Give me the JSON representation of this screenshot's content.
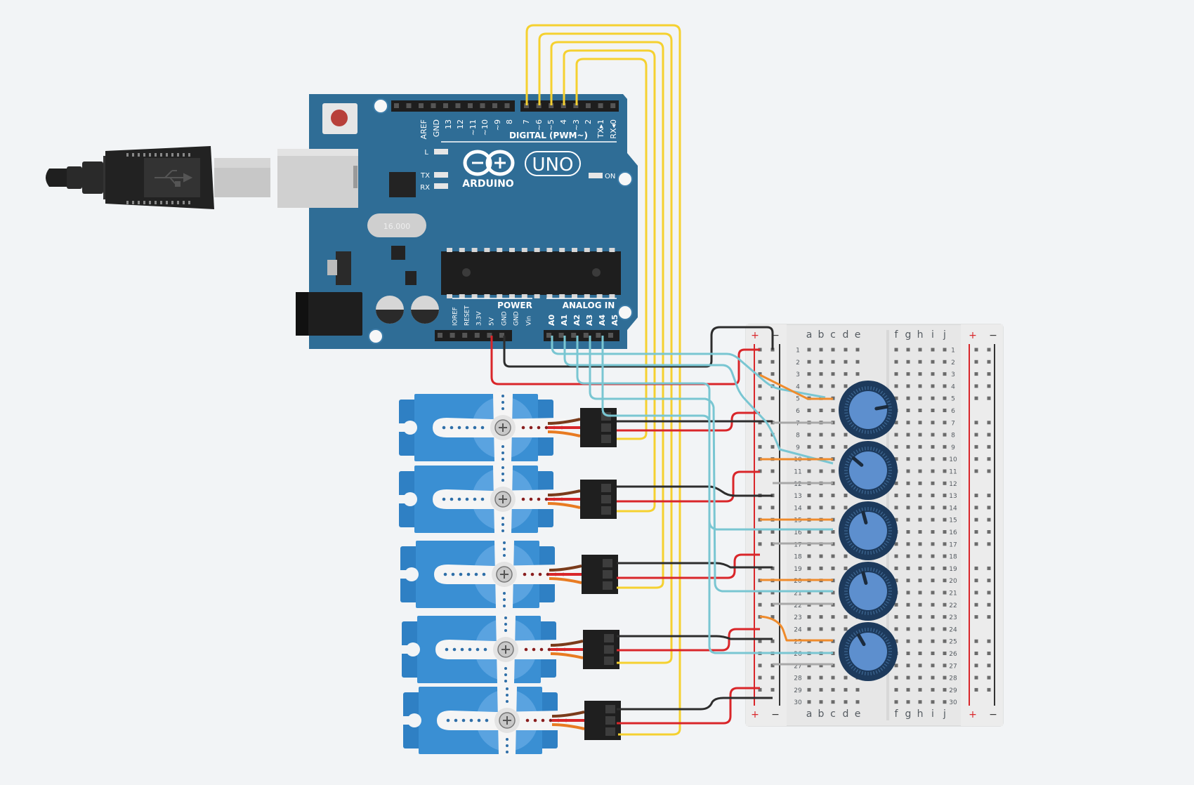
{
  "arduino": {
    "brand": "ARDUINO",
    "model": "UNO",
    "digital_header_label": "DIGITAL (PWM~)",
    "power_label": "POWER",
    "analog_label": "ANALOG IN",
    "on_label": "ON",
    "led_labels": [
      "L",
      "TX",
      "RX"
    ],
    "crystal_label": "16.000",
    "digital_pins": [
      "AREF",
      "GND",
      "13",
      "12",
      "~11",
      "~10",
      "~9",
      "8",
      "7",
      "~6",
      "~5",
      "4",
      "~3",
      "2",
      "TX▸1",
      "RX◂0"
    ],
    "power_pins": [
      "IOREF",
      "RESET",
      "3.3V",
      "5V",
      "GND",
      "GND",
      "Vin"
    ],
    "analog_pins": [
      "A0",
      "A1",
      "A2",
      "A3",
      "A4",
      "A5"
    ]
  },
  "breadboard": {
    "columns_left": [
      "a",
      "b",
      "c",
      "d",
      "e"
    ],
    "columns_right": [
      "f",
      "g",
      "h",
      "i",
      "j"
    ],
    "rows": 30,
    "rail_plus": "+",
    "rail_minus": "−"
  },
  "components": {
    "servo_count": 5,
    "potentiometer_count": 5,
    "potentiometer_knob_angles_deg": [
      80,
      -50,
      -15,
      -15,
      -30
    ]
  },
  "colors": {
    "board": "#2f6d96",
    "signal_wire": "#f5d130",
    "analog_wire": "#79c6d2",
    "power_wire": "#d9262a",
    "ground_wire": "#2d2d2d",
    "pot_wiper": "#ef8b2c",
    "servo": "#2f80c4",
    "pot_knob": "#5d8fce"
  }
}
